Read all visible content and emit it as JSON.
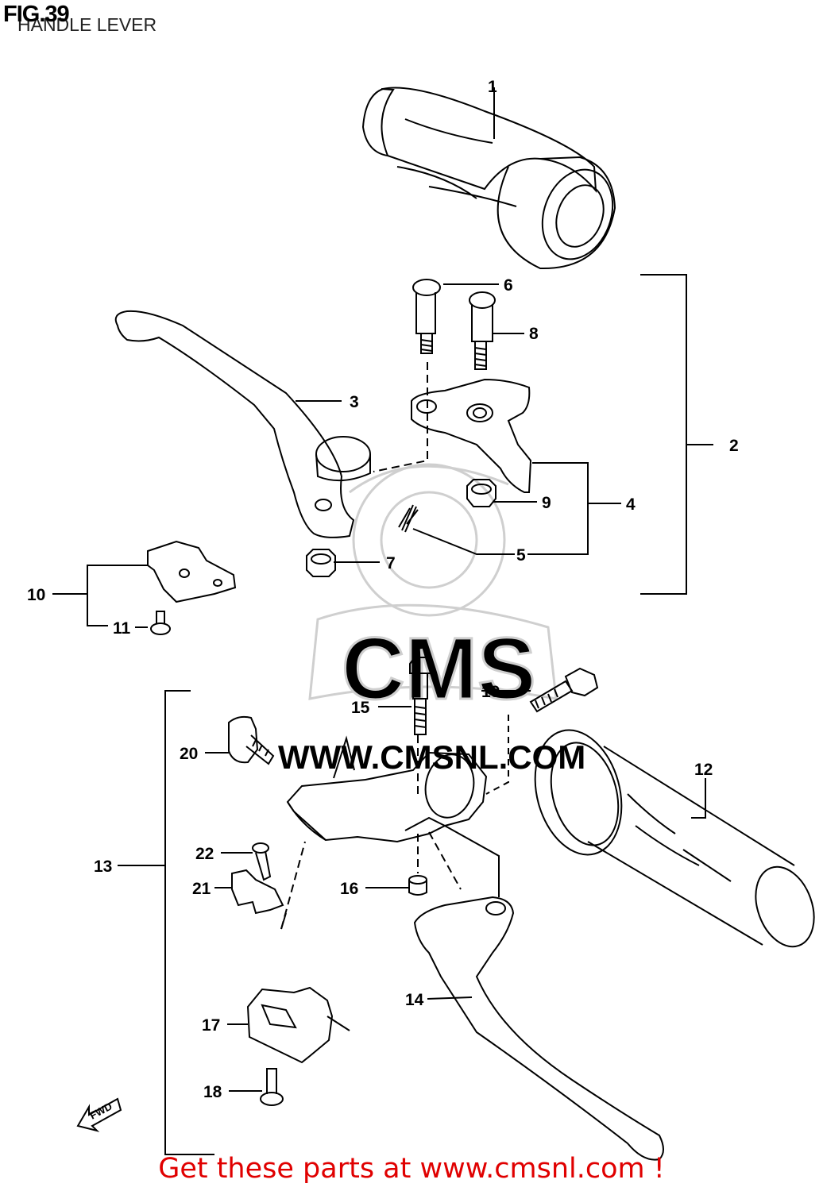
{
  "header": {
    "figure_number": "FIG.39",
    "title": "HANDLE LEVER"
  },
  "footer": {
    "text": "Get these parts at www.cmsnl.com !"
  },
  "watermark": {
    "text": "CMS",
    "url": "WWW.CMSNL.COM"
  },
  "fwd_marker": "FWD",
  "callouts": [
    "1",
    "2",
    "3",
    "4",
    "5",
    "6",
    "7",
    "8",
    "9",
    "10",
    "11",
    "12",
    "13",
    "14",
    "15",
    "16",
    "17",
    "18",
    "19",
    "20",
    "21",
    "22"
  ],
  "colors": {
    "line": "#000000",
    "footer": "#e00000",
    "watermark": "#cfcfcf"
  }
}
